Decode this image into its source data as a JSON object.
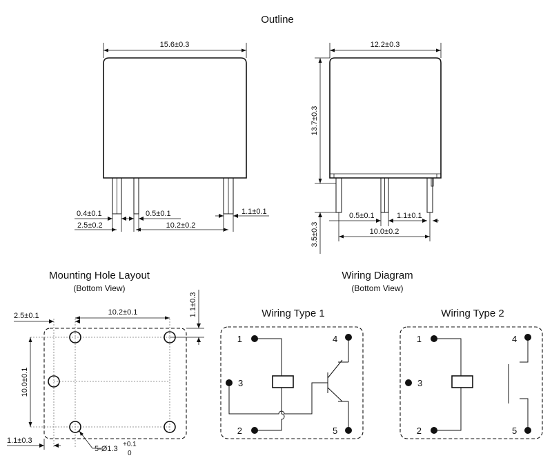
{
  "titles": {
    "outline": "Outline",
    "mounting": "Mounting Hole Layout",
    "mounting_sub": "(Bottom View)",
    "wiring": "Wiring Diagram",
    "wiring_sub": "(Bottom View)",
    "wiring_type1": "Wiring Type 1",
    "wiring_type2": "Wiring Type 2"
  },
  "dimensions": {
    "front_width": "15.6±0.3",
    "front_pin_width": "0.4±0.1",
    "front_pin_gap": "0.5±0.1",
    "front_pin_thick": "1.1±0.1",
    "front_offset": "2.5±0.2",
    "front_pitch": "10.2±0.2",
    "side_width": "12.2±0.3",
    "side_height": "13.7±0.3",
    "side_pin_gap": "0.5±0.1",
    "side_pin_thick": "1.1±0.1",
    "side_pitch": "10.0±0.2",
    "side_pin_length": "3.5±0.3",
    "mh_offset_x": "2.5±0.1",
    "mh_pitch_x": "10.2±0.1",
    "mh_offset_y": "1.1±0.3",
    "mh_pitch_y": "10.0±0.1",
    "mh_edge": "1.1±0.3",
    "hole_prefix": "5-Ø1.3",
    "hole_tol_upper": "+0.1",
    "hole_tol_lower": "0"
  },
  "pins": {
    "t1": [
      "1",
      "2",
      "3",
      "4",
      "5"
    ],
    "t2": [
      "1",
      "2",
      "3",
      "4",
      "5"
    ]
  }
}
